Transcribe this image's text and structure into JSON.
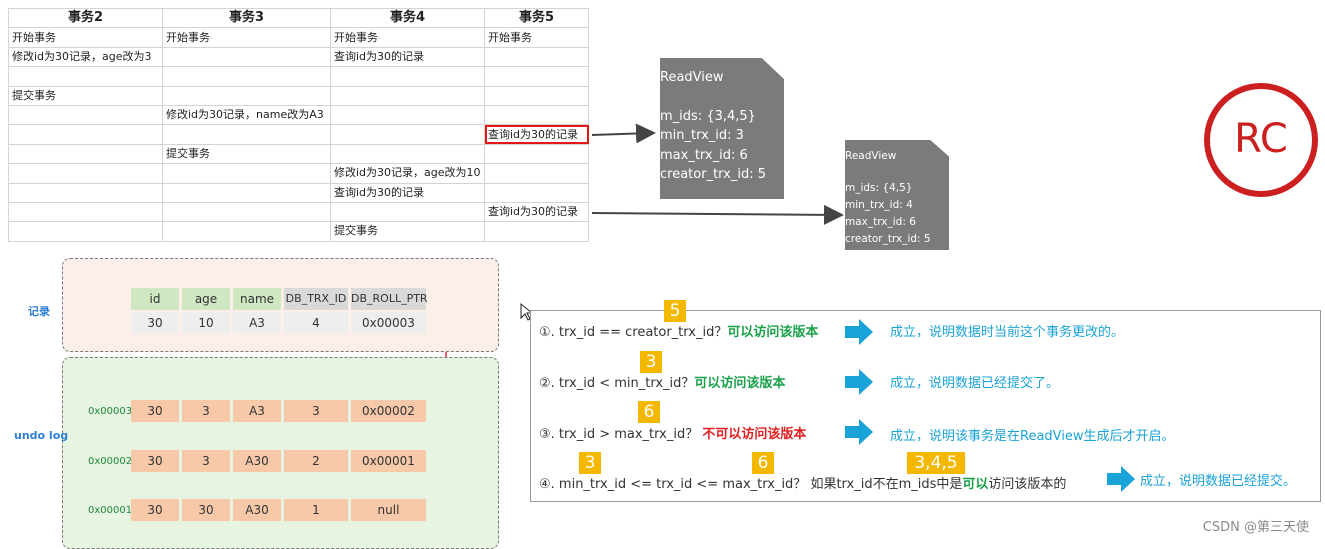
{
  "table": {
    "headers": [
      "事务2",
      "事务3",
      "事务4",
      "事务5"
    ],
    "rows": [
      [
        "开始事务",
        "开始事务",
        "开始事务",
        "开始事务"
      ],
      [
        "修改id为30记录，age改为3",
        "",
        "查询id为30的记录",
        ""
      ],
      [
        "",
        "",
        "",
        ""
      ],
      [
        "提交事务",
        "",
        "",
        ""
      ],
      [
        "",
        "修改id为30记录，name改为A3",
        "",
        ""
      ],
      [
        "",
        "",
        "",
        "查询id为30的记录"
      ],
      [
        "",
        "提交事务",
        "",
        ""
      ],
      [
        "",
        "",
        "修改id为30记录，age改为10",
        ""
      ],
      [
        "",
        "",
        "查询id为30的记录",
        ""
      ],
      [
        "",
        "",
        "",
        "查询id为30的记录"
      ],
      [
        "",
        "",
        "提交事务",
        ""
      ]
    ]
  },
  "readview1": {
    "title": "ReadView",
    "m_ids": "m_ids: {3,4,5}",
    "min_trx_id": "min_trx_id: 3",
    "max_trx_id": "max_trx_id: 6",
    "creator_trx_id": "creator_trx_id: 5"
  },
  "readview2": {
    "title": "ReadView",
    "m_ids": "m_ids: {4,5}",
    "min_trx_id": "min_trx_id: 4",
    "max_trx_id": "max_trx_id: 6",
    "creator_trx_id": "creator_trx_id: 5"
  },
  "badge": "RC",
  "record": {
    "label": "记录",
    "headers": [
      "id",
      "age",
      "name",
      "DB_TRX_ID",
      "DB_ROLL_PTR"
    ],
    "values": [
      "30",
      "10",
      "A3",
      "4",
      "0x00003"
    ]
  },
  "undo": {
    "label": "undo log",
    "rows": [
      {
        "addr": "0x00003",
        "values": [
          "30",
          "3",
          "A3",
          "3",
          "0x00002"
        ]
      },
      {
        "addr": "0x00002",
        "values": [
          "30",
          "3",
          "A30",
          "2",
          "0x00001"
        ]
      },
      {
        "addr": "0x00001",
        "values": [
          "30",
          "30",
          "A30",
          "1",
          "null"
        ]
      }
    ]
  },
  "rules": [
    {
      "num": "5",
      "text": "①. trx_id  == creator_trx_id？",
      "verdict": "可以访问该版本",
      "result": "成立，说明数据时当前这个事务更改的。"
    },
    {
      "num": "3",
      "text": "②. trx_id < min_trx_id？",
      "verdict": "可以访问该版本",
      "result": "成立，说明数据已经提交了。"
    },
    {
      "num": "6",
      "text": "③. trx_id > max_trx_id？",
      "verdict": "不可以访问该版本",
      "result": "成立，说明该事务是在ReadView生成后才开启。"
    },
    {
      "num_a": "3",
      "num_b": "6",
      "num_c": "3,4,5",
      "text": "④. min_trx_id <= trx_id <= max_trx_id？ 如果trx_id不在m_ids中是",
      "verdict": "可以",
      "text_after": "访问该版本的",
      "result": "成立，说明数据已经提交。"
    }
  ],
  "footer": "CSDN @第三天使",
  "colors": {
    "red": "#cc1f1f",
    "green": "#1aa14a",
    "blue": "#1aa3d9",
    "tag": "#f5b800",
    "doc": "#7b7b7b"
  }
}
